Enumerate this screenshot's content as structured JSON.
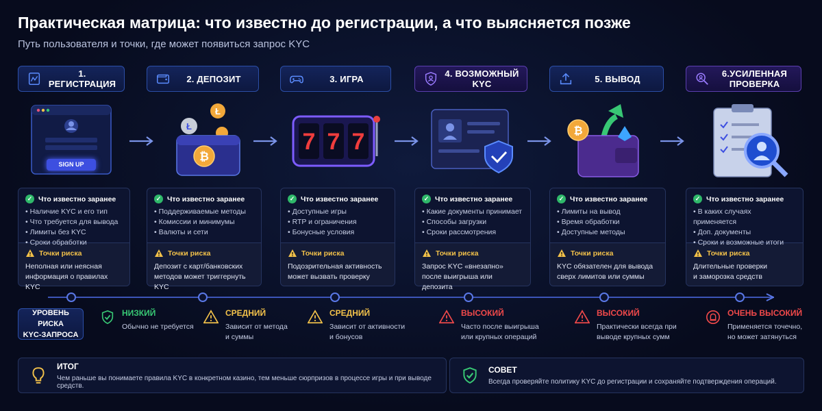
{
  "header": {
    "title": "Практическая матрица: что известно до регистрации, а что выясняется позже",
    "subtitle": "Путь пользователя и точки, где может появиться запрос KYC"
  },
  "stages": [
    {
      "label": "1. РЕГИСТРАЦИЯ",
      "icon": "registration-form-icon",
      "illustration_button": "SIGN UP",
      "known_title": "Что известно заранее",
      "known_items": [
        "Наличие KYC и его тип",
        "Что требуется для вывода",
        "Лимиты без KYC",
        "Сроки обработки"
      ],
      "risk_title": "Точки риска",
      "risk_text": [
        "Неполная или неясная",
        "информация о правилах KYC"
      ]
    },
    {
      "label": "2. ДЕПОЗИТ",
      "icon": "wallet-icon",
      "known_title": "Что известно заранее",
      "known_items": [
        "Поддерживаемые методы",
        "Комиссии и минимумы",
        "Валюты и сети"
      ],
      "risk_title": "Точки риска",
      "risk_text": [
        "Депозит с карт/банковских",
        "методов может триггернуть KYC"
      ]
    },
    {
      "label": "3. ИГРА",
      "icon": "gamepad-icon",
      "illustration_digits": [
        "7",
        "7",
        "7"
      ],
      "known_title": "Что известно заранее",
      "known_items": [
        "Доступные игры",
        "RTP и ограничения",
        "Бонусные условия"
      ],
      "risk_title": "Точки риска",
      "risk_text": [
        "Подозрительная активность",
        "может вызвать проверку"
      ]
    },
    {
      "label": "4. ВОЗМОЖНЫЙ KYC",
      "icon": "shield-user-icon",
      "known_title": "Что известно заранее",
      "known_items": [
        "Какие документы принимает",
        "Способы загрузки",
        "Сроки рассмотрения"
      ],
      "risk_title": "Точки риска",
      "risk_text": [
        "Запрос KYC «внезапно»",
        "после выигрыша или депозита"
      ]
    },
    {
      "label": "5. ВЫВОД",
      "icon": "upload-icon",
      "known_title": "Что известно заранее",
      "known_items": [
        "Лимиты на вывод",
        "Время обработки",
        "Доступные методы"
      ],
      "risk_title": "Точки риска",
      "risk_text": [
        "KYC обязателен для вывода",
        "сверх лимитов или суммы"
      ]
    },
    {
      "label": "6.УСИЛЕННАЯ ПРОВЕРКА",
      "icon": "search-user-icon",
      "known_title": "Что известно заранее",
      "known_items": [
        "В каких случаях применяется",
        "Доп. документы",
        "Сроки и возможные итоги"
      ],
      "risk_title": "Точки риска",
      "risk_text": [
        "Длительные проверки",
        "и заморозка средств"
      ]
    }
  ],
  "risk_level_label": [
    "УРОВЕНЬ РИСКА",
    "KYC-ЗАПРОСА"
  ],
  "risk_levels": [
    {
      "title": "НИЗКИЙ",
      "desc": [
        "Обычно не требуется"
      ],
      "color": "#38c774",
      "icon": "shield-check-icon"
    },
    {
      "title": "СРЕДНИЙ",
      "desc": [
        "Зависит от метода",
        "и суммы"
      ],
      "color": "#f2c14a",
      "icon": "warning-icon"
    },
    {
      "title": "СРЕДНИЙ",
      "desc": [
        "Зависит от активности",
        "и бонусов"
      ],
      "color": "#f2c14a",
      "icon": "warning-icon"
    },
    {
      "title": "ВЫСОКИЙ",
      "desc": [
        "Часто после выигрыша",
        "или крупных операций"
      ],
      "color": "#f0494a",
      "icon": "warning-icon"
    },
    {
      "title": "ВЫСОКИЙ",
      "desc": [
        "Практически всегда при",
        "выводе крупных сумм"
      ],
      "color": "#f0494a",
      "icon": "warning-icon"
    },
    {
      "title": "ОЧЕНЬ ВЫСОКИЙ",
      "desc": [
        "Применяется точечно,",
        "но может затянуться"
      ],
      "color": "#f0494a",
      "icon": "alarm-icon"
    }
  ],
  "summary": {
    "title": "ИТОГ",
    "text": "Чем раньше вы понимаете правила KYC в конкретном казино, тем меньше сюрпризов в процессе игры и при выводе средств.",
    "icon": "lightbulb-icon"
  },
  "advice": {
    "title": "СОВЕТ",
    "text": "Всегда проверяйте политику KYC до регистрации и сохраняйте подтверждения операций.",
    "icon": "shield-check-icon"
  }
}
